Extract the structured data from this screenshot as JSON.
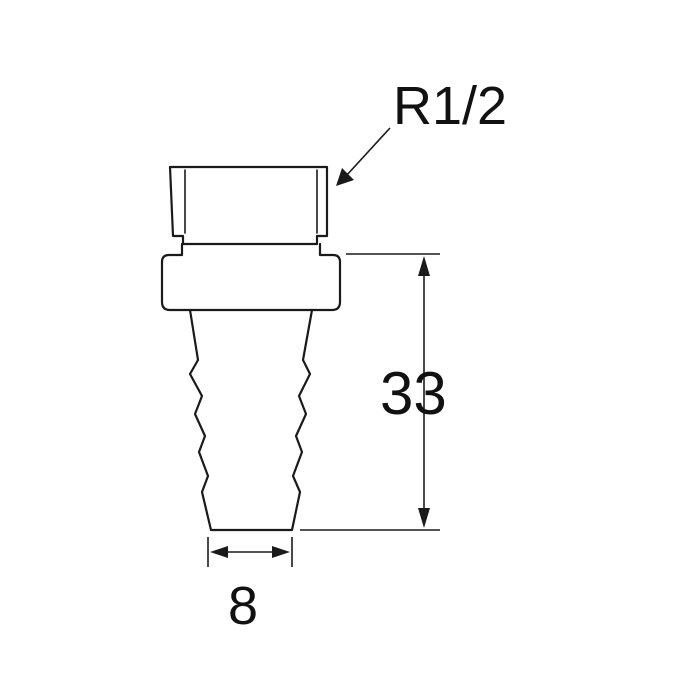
{
  "labels": {
    "thread": "R1/2",
    "length": "33",
    "diameter": "8"
  },
  "colors": {
    "line": "#1a1a1a",
    "background": "#ffffff"
  }
}
